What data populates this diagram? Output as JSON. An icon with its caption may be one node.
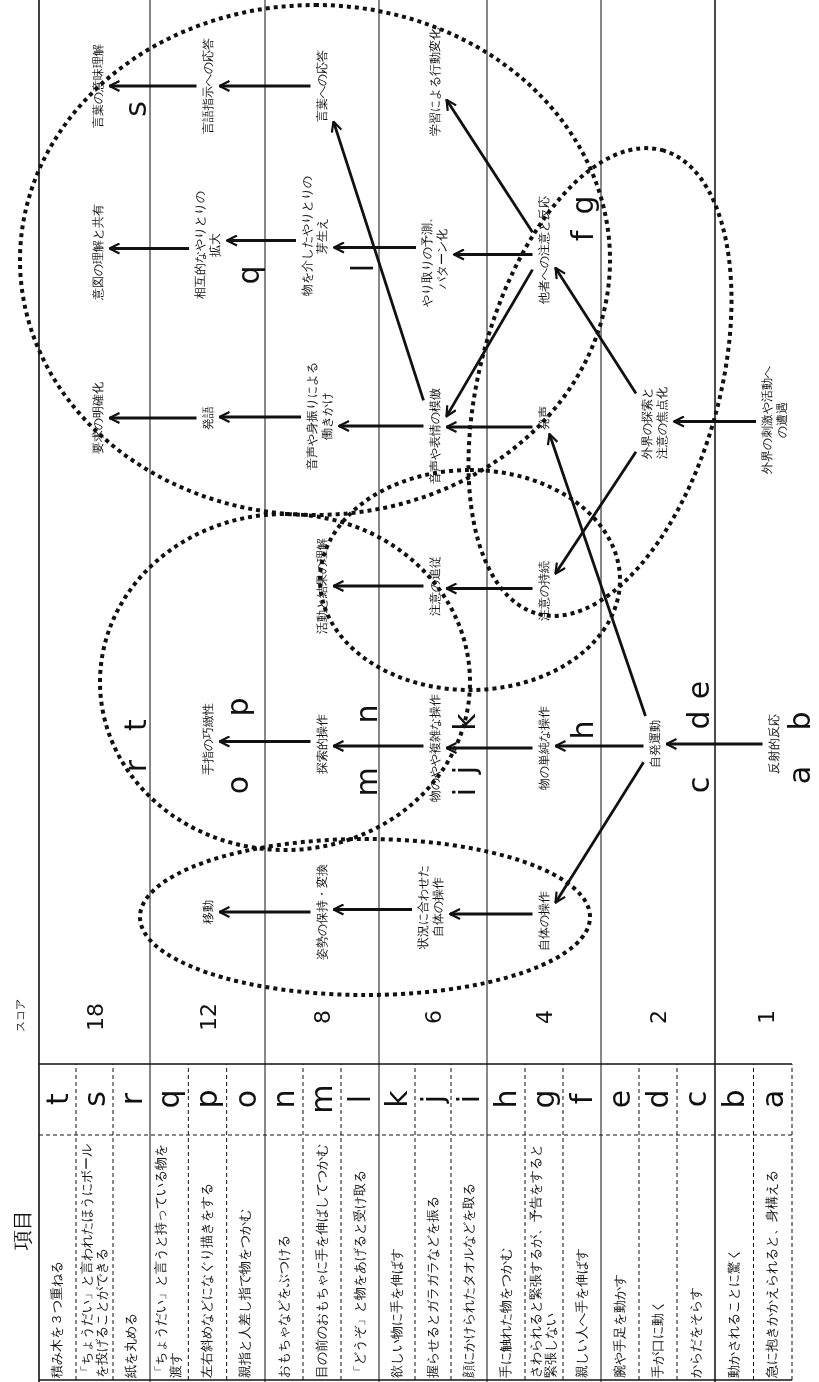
{
  "diagram": {
    "nodes": [
      {
        "text": [
          "要求の明確化"
        ]
      },
      {
        "text": [
          "意図の理解と共有"
        ]
      },
      {
        "text": [
          "言葉の意味理解"
        ]
      },
      {
        "text": [
          "移動"
        ]
      },
      {
        "text": [
          "手指の巧緻性"
        ]
      },
      {
        "text": [
          "発語"
        ]
      },
      {
        "text": [
          "相互的なやりとりの拡大"
        ]
      },
      {
        "text": [
          "言語指示への応答"
        ]
      },
      {
        "text": [
          "姿勢の保持・変換"
        ]
      },
      {
        "text": [
          "探索的操作"
        ]
      },
      {
        "text": [
          "活動と結果の理解"
        ]
      },
      {
        "text": [
          "音声や身振りによる働きかけ"
        ]
      },
      {
        "text": [
          "物を介したやりとりの芽生え"
        ]
      },
      {
        "text": [
          "言葉への応答"
        ]
      },
      {
        "text": [
          "状況に合わせた自体の操作"
        ]
      },
      {
        "text": [
          "物のやや複雑な操作"
        ]
      },
      {
        "text": [
          "注意の追従"
        ]
      },
      {
        "text": [
          "音声や表情の模倣"
        ]
      },
      {
        "text": [
          "やり取りの予測、パターン化"
        ]
      },
      {
        "text": [
          "学習による行動変化"
        ]
      },
      {
        "text": [
          "自体の操作"
        ]
      },
      {
        "text": [
          "物の単純な操作"
        ]
      },
      {
        "text": [
          "注意の持続"
        ]
      },
      {
        "text": [
          "発声"
        ]
      },
      {
        "text": [
          "他者への注意と反応"
        ]
      },
      {
        "text": [
          "自発運動"
        ]
      },
      {
        "text": [
          "外界の探索と注意の焦点化"
        ]
      },
      {
        "text": [
          "反射的反応"
        ]
      },
      {
        "text": [
          "外界の刺激や活動への遭遇"
        ]
      }
    ],
    "edges": [
      {
        "from": 7,
        "to": 2,
        "arrow": "to"
      },
      {
        "from": 6,
        "to": 1,
        "arrow": "to"
      },
      {
        "from": 5,
        "to": 0,
        "arrow": "to"
      },
      {
        "from": 8,
        "to": 3,
        "arrow": "to"
      },
      {
        "from": 9,
        "to": 4,
        "arrow": "to"
      },
      {
        "from": 11,
        "to": 5,
        "arrow": "to"
      },
      {
        "from": 12,
        "to": 6,
        "arrow": "to"
      },
      {
        "from": 13,
        "to": 7,
        "arrow": "to"
      },
      {
        "from": 14,
        "to": 8,
        "arrow": "to"
      },
      {
        "from": 15,
        "to": 9,
        "arrow": "to"
      },
      {
        "from": 16,
        "to": 10,
        "arrow": "to"
      },
      {
        "from": 17,
        "to": 11,
        "arrow": "to"
      },
      {
        "from": 17,
        "to": 13,
        "arrow": "to"
      },
      {
        "from": 18,
        "to": 12,
        "arrow": "to"
      },
      {
        "from": 20,
        "to": 14,
        "arrow": "to"
      },
      {
        "from": 21,
        "to": 15,
        "arrow": "to"
      },
      {
        "from": 22,
        "to": 16,
        "arrow": "to"
      },
      {
        "from": 23,
        "to": 17,
        "arrow": "to"
      },
      {
        "from": 24,
        "to": 18,
        "arrow": "to"
      },
      {
        "from": 24,
        "to": 19,
        "arrow": "to"
      },
      {
        "from": 24,
        "to": 17,
        "arrow": "to"
      },
      {
        "from": 25,
        "to": 21,
        "arrow": "to"
      },
      {
        "from": 25,
        "to": 20,
        "arrow": "to"
      },
      {
        "from": 25,
        "to": 23,
        "arrow": "to"
      },
      {
        "from": 26,
        "to": 24,
        "arrow": "to"
      },
      {
        "from": 26,
        "to": 22,
        "arrow": "to"
      },
      {
        "from": 27,
        "to": 25,
        "arrow": "to"
      },
      {
        "from": 28,
        "to": 26,
        "arrow": "to"
      }
    ],
    "labels": [
      "項目",
      "スコア",
      "積み木を３つ重ねる",
      "t",
      "「ちょうだい」と言われたほうにボールを投げることができる",
      "s",
      "紙を丸める",
      "r",
      "「ちょうだい」と言うと持っている物を渡す",
      "q",
      "左右斜めなどになぐり描きをする",
      "p",
      "親指と人差し指で物をつかむ",
      "o",
      "おもちゃなどをぶつける",
      "n",
      "目の前のおもちゃに手を伸ばしてつかむ",
      "m",
      "「どうぞ」と物をあげると受け取る",
      "l",
      "欲しい物に手を伸ばす",
      "k",
      "握らせるとガラガラなどを振る",
      "j",
      "顔にかけられたタオルなどを取る",
      "i",
      "手に触れた物をつかむ",
      "h",
      "さわられると緊張するが、予告をすると緊張しない",
      "g",
      "親しい人へ手を伸ばす",
      "f",
      "腕や手足を動かす",
      "e",
      "手が口に動く",
      "d",
      "からだをそらす",
      "c",
      "動かされることに驚く",
      "b",
      "急に抱きかかえられると、身構える",
      "a",
      "18",
      "12",
      "8",
      "6",
      "4",
      "2",
      "1",
      "r",
      "t",
      "s",
      "o",
      "p",
      "q",
      "m",
      "n",
      "l",
      "i",
      "j",
      "k",
      "h",
      "f",
      "g",
      "c",
      "d",
      "e",
      "a",
      "b"
    ]
  }
}
